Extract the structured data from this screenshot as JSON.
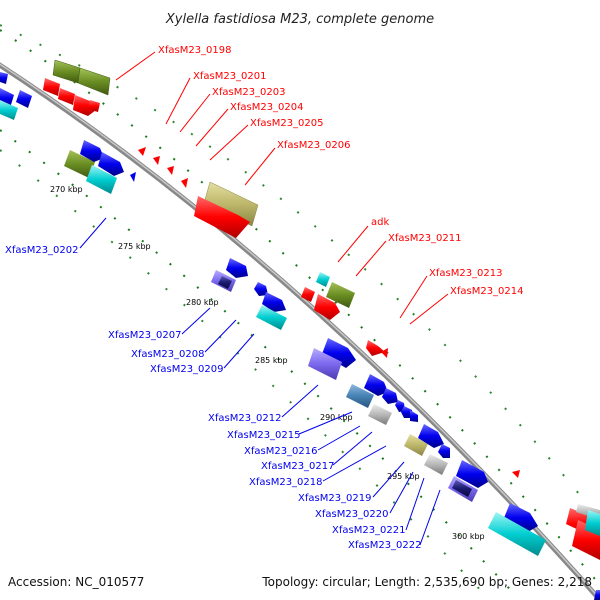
{
  "title": "Xylella fastidiosa M23, complete genome",
  "footer": {
    "accession": "Accession: NC_010577",
    "topology": "Topology: circular; Length: 2,535,690 bp; Genes: 2,218"
  },
  "ticks": [
    "270 kbp",
    "275 kbp",
    "280 kbp",
    "285 kbp",
    "290 kbp",
    "295 kbp",
    "300 kbp"
  ],
  "labels_red": [
    "XfasM23_0198",
    "XfasM23_0201",
    "XfasM23_0203",
    "XfasM23_0204",
    "XfasM23_0205",
    "XfasM23_0206",
    "adk",
    "XfasM23_0211",
    "XfasM23_0213",
    "XfasM23_0214"
  ],
  "labels_blue": [
    "XfasM23_0202",
    "XfasM23_0207",
    "XfasM23_0208",
    "XfasM23_0209",
    "XfasM23_0212",
    "XfasM23_0215",
    "XfasM23_0216",
    "XfasM23_0217",
    "XfasM23_0218",
    "XfasM23_0219",
    "XfasM23_0220",
    "XfasM23_0221",
    "XfasM23_0222"
  ],
  "colors": {
    "backbone": "#888888",
    "dots": "#1a7a1a",
    "forward": "#ff0000",
    "reverse": "#0000ee",
    "olive": "#6b8e23",
    "khaki": "#bdb76b",
    "cyan": "#00ced1",
    "slate": "#7b68ee",
    "steel": "#4682b4",
    "grey": "#b0b0b0",
    "navy": "#191970"
  }
}
